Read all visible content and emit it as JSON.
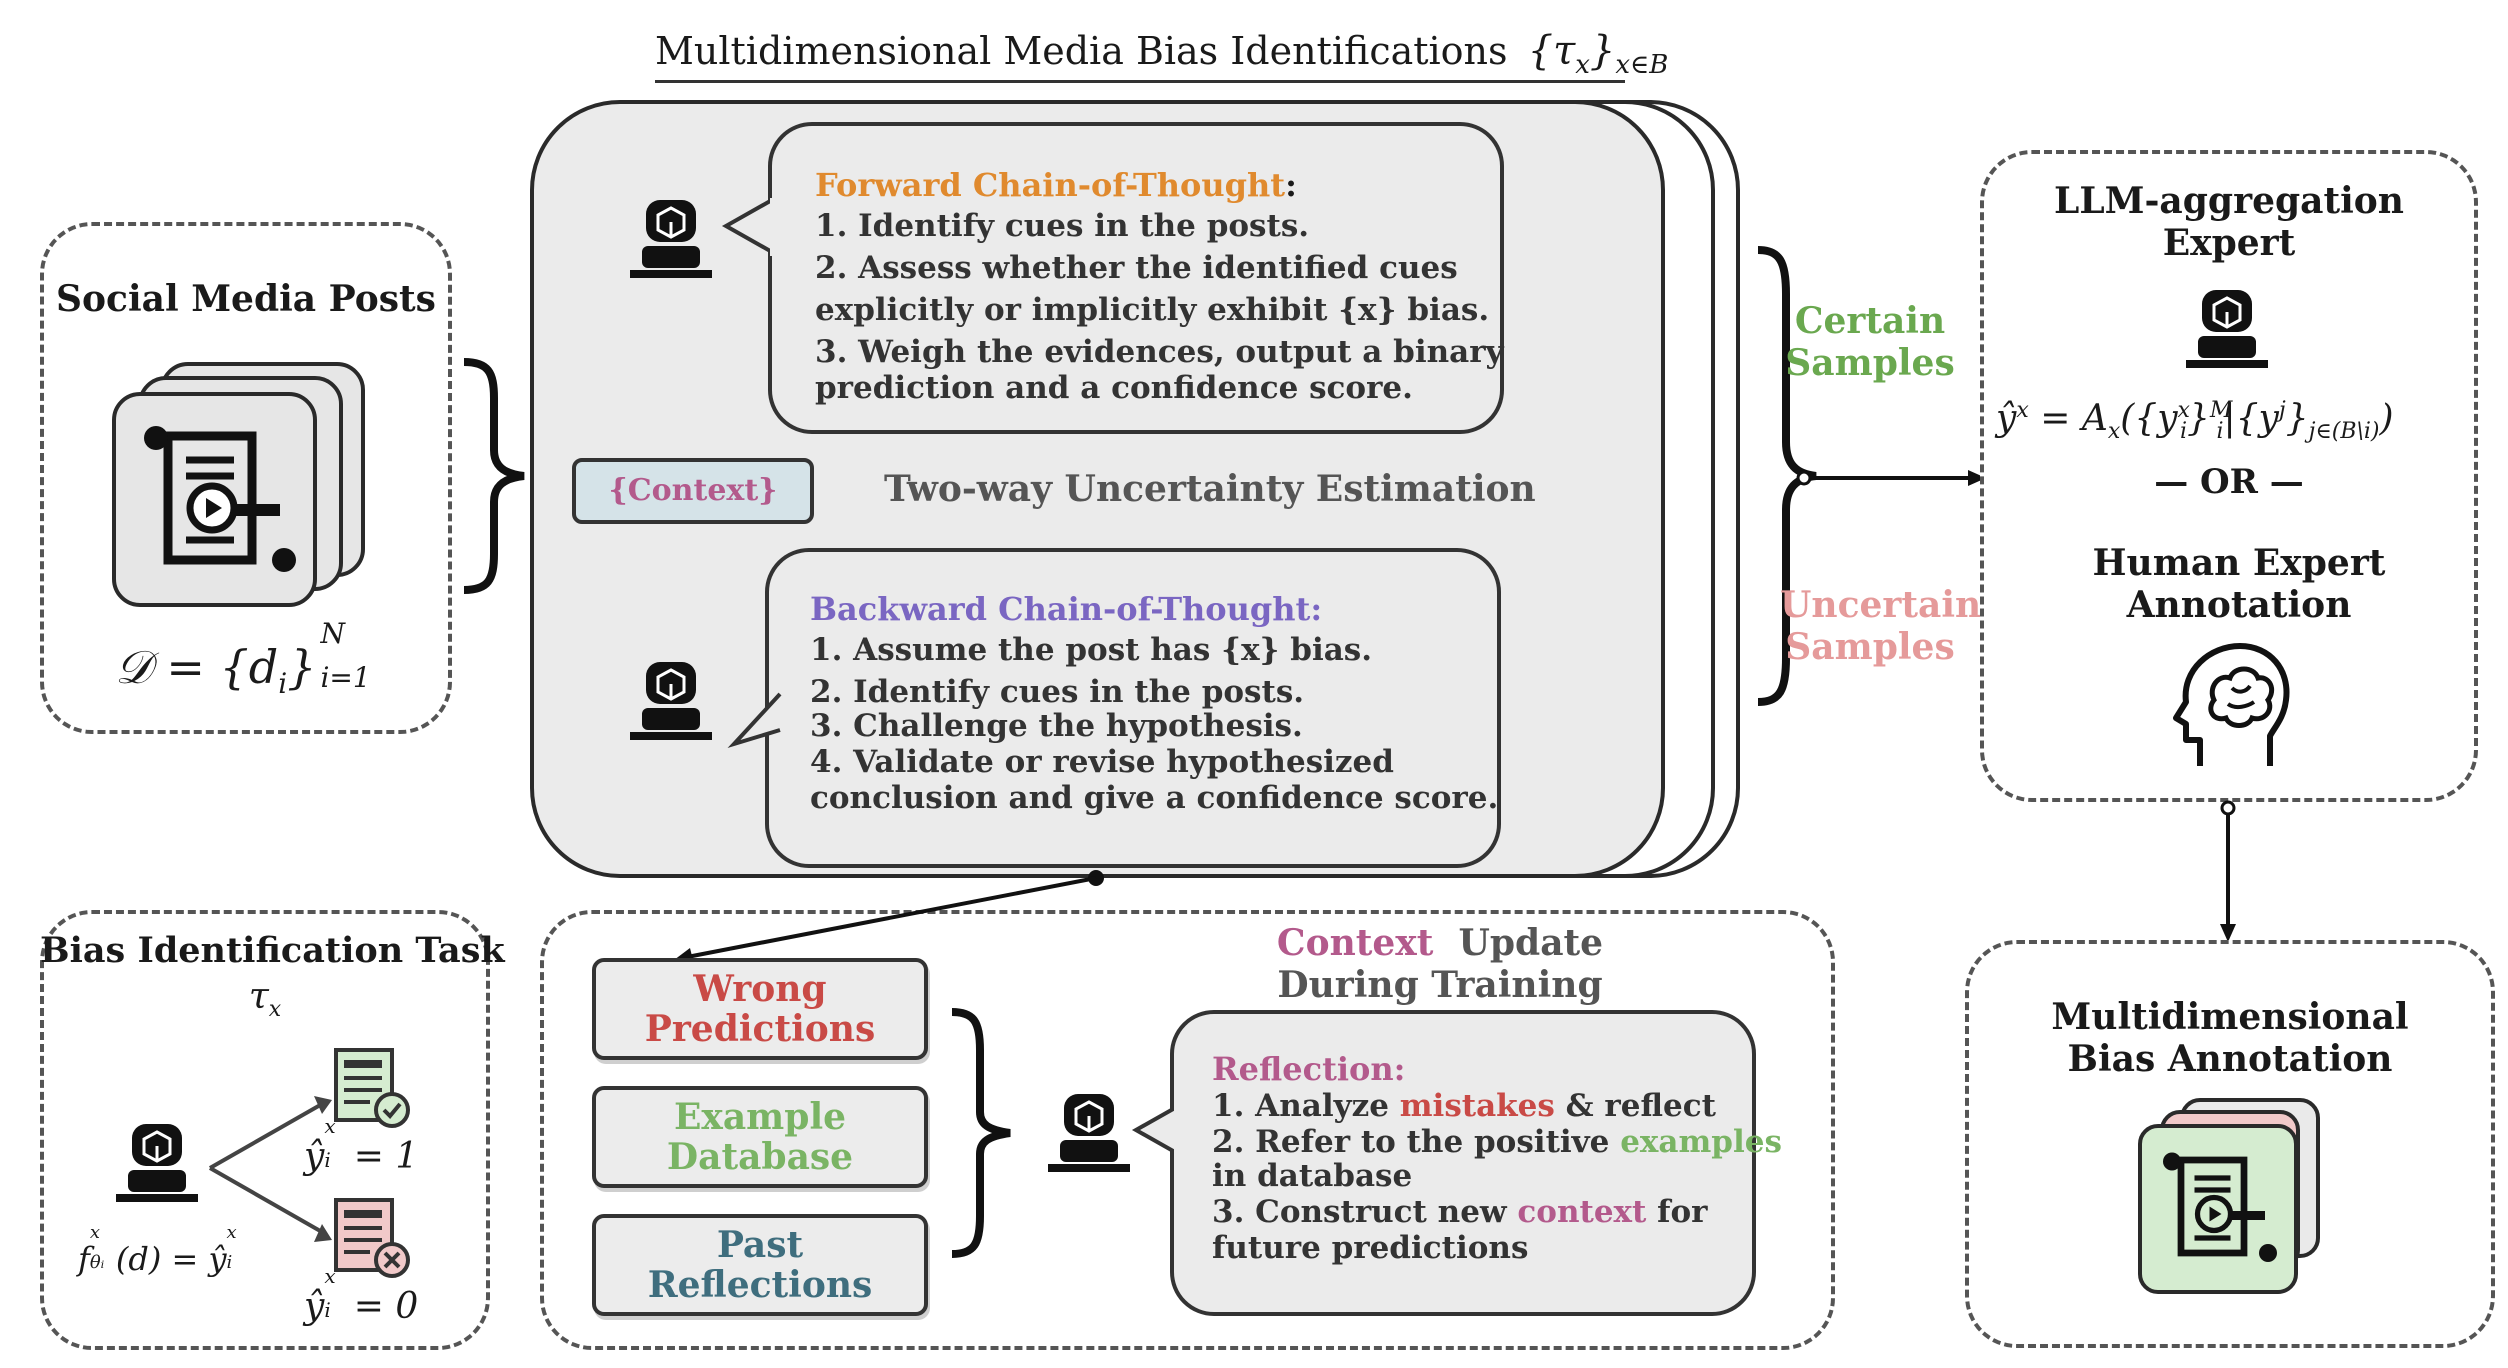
{
  "header": {
    "title": "Multidimensional Media Bias Identifications",
    "formula": "{τ",
    "formula_sub": "x",
    "formula_close": "}",
    "formula_subscript": "x∈B"
  },
  "social_media": {
    "title": "Social Media Posts",
    "dataset_formula": "𝒟 = {d",
    "dataset_sub": "i",
    "dataset_close": "}",
    "dataset_range_sub": "i=1",
    "dataset_range_sup": "N"
  },
  "bias_task": {
    "title": "Bias Identification Task",
    "task_symbol": "τ",
    "task_sub": "x",
    "function_text": "f",
    "function_rest": "(d) = ŷ",
    "output_one": "= 1",
    "output_zero": "= 0",
    "yhat": "ŷ",
    "y_sub": "i",
    "y_sup": "x"
  },
  "forward_cot": {
    "title": "Forward Chain-of-Thought",
    "colon": ":",
    "steps": [
      "1. Identify cues in the posts.",
      "2. Assess whether the identified cues",
      "explicitly or implicitly exhibit {x} bias.",
      "3. Weigh the evidences, output a binary",
      "prediction and a confidence score."
    ]
  },
  "context_tag": "{Context}",
  "uncertainty_label": "Two-way Uncertainty Estimation",
  "backward_cot": {
    "title": "Backward Chain-of-Thought:",
    "steps": [
      "1. Assume the post has {x} bias.",
      "2. Identify cues in the posts.",
      "3. Challenge the hypothesis.",
      "4. Validate or revise hypothesized",
      "conclusion and give a confidence score."
    ]
  },
  "certain_samples": [
    "Certain",
    "Samples"
  ],
  "uncertain_samples": [
    "Uncertain",
    "Samples"
  ],
  "aggregation": {
    "title_lines": [
      "LLM-aggregation",
      "Expert"
    ],
    "formula": "ŷ",
    "or_text": "— OR —",
    "human_lines": [
      "Human Expert",
      "Annotation"
    ]
  },
  "context_update": {
    "title_word": "Context",
    "title_rest": "Update",
    "title_line2": "During Training"
  },
  "sources": [
    {
      "lines": [
        "Wrong",
        "Predictions"
      ],
      "color": "#c94a46"
    },
    {
      "lines": [
        "Example",
        "Database"
      ],
      "color": "#7ab464"
    },
    {
      "lines": [
        "Past",
        "Reflections"
      ],
      "color": "#3f6e7e"
    }
  ],
  "reflection": {
    "title": "Reflection:",
    "line1_a": "1. Analyze ",
    "line1_b": "mistakes",
    "line1_c": " & reflect",
    "line2_a": "2. Refer to the positive ",
    "line2_b": "examples",
    "line3": "in database",
    "line4_a": "3. Construct new ",
    "line4_b": "context",
    "line4_c": " for",
    "line5": "future predictions"
  },
  "annotation": {
    "title_lines": [
      "Multidimensional",
      "Bias Annotation"
    ]
  },
  "colors": {
    "forward": "#e08a2e",
    "backward": "#7a66c2",
    "certain": "#6aa84f",
    "uncertain": "#e59a9a",
    "context": "#b35a8c",
    "mistakes": "#c94a46",
    "examples": "#7ab464",
    "tag_bg": "#d5e3e8",
    "tag_text": "#b35a8c"
  }
}
